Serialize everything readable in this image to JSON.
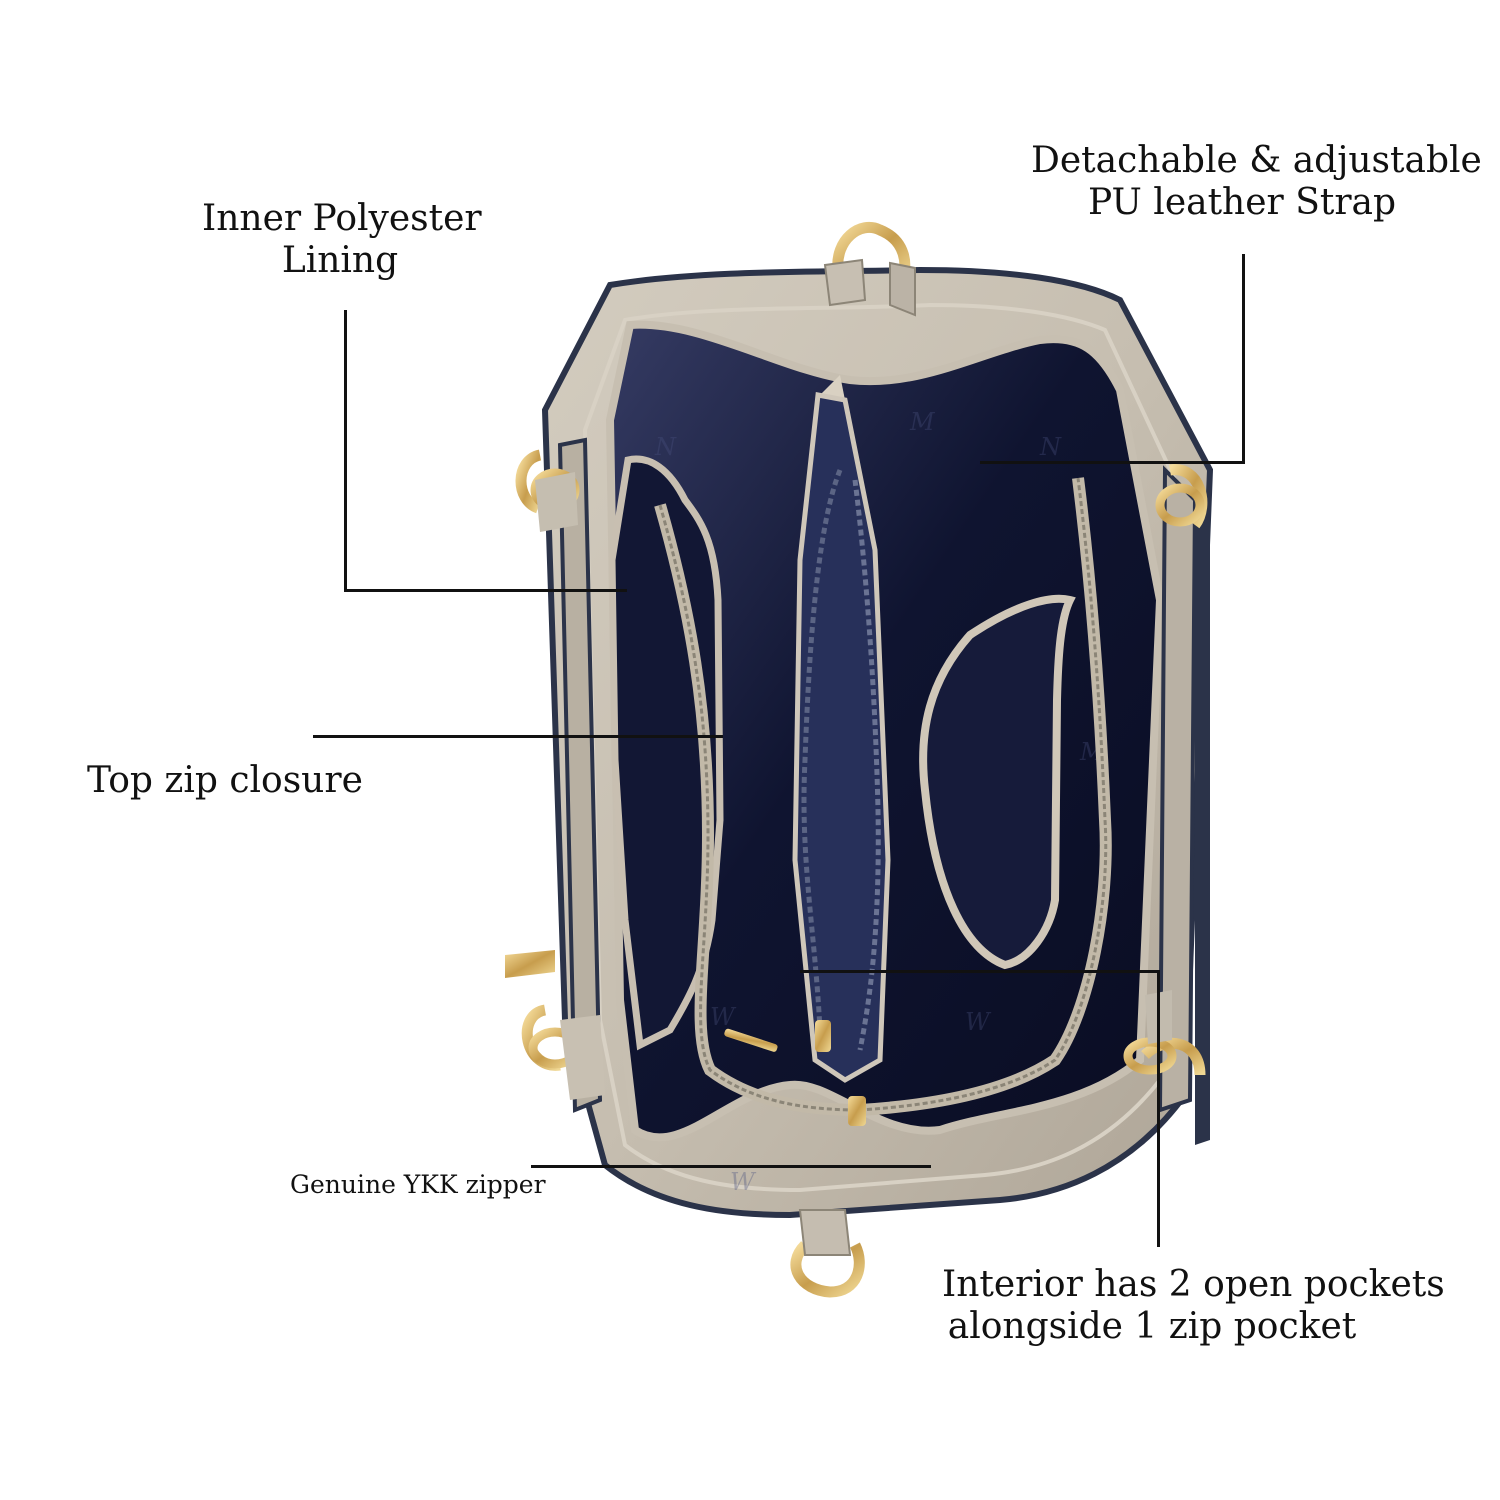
{
  "image": {
    "description": "Top-down product photo of an open taupe handbag with navy lining and gold hardware, annotated with feature callouts."
  },
  "callouts": {
    "lining": {
      "line1": "Inner Polyester",
      "line2": "Lining"
    },
    "strap": {
      "line1": "Detachable & adjustable",
      "line2": "PU leather Strap"
    },
    "top_zip": {
      "text": "Top zip closure"
    },
    "ykk": {
      "text": "Genuine YKK zipper"
    },
    "pockets": {
      "line1": "Interior has 2 open pockets",
      "line2": "alongside 1 zip pocket"
    }
  },
  "colors": {
    "leather": "#c9c1b3",
    "leather_shadow": "#a9a194",
    "lining": "#111632",
    "lining_mid": "#2b3156",
    "trim": "#2b3349",
    "gold": "#d6b46a",
    "zipper_tape": "#c2b9a8",
    "callout_line": "#111111"
  }
}
